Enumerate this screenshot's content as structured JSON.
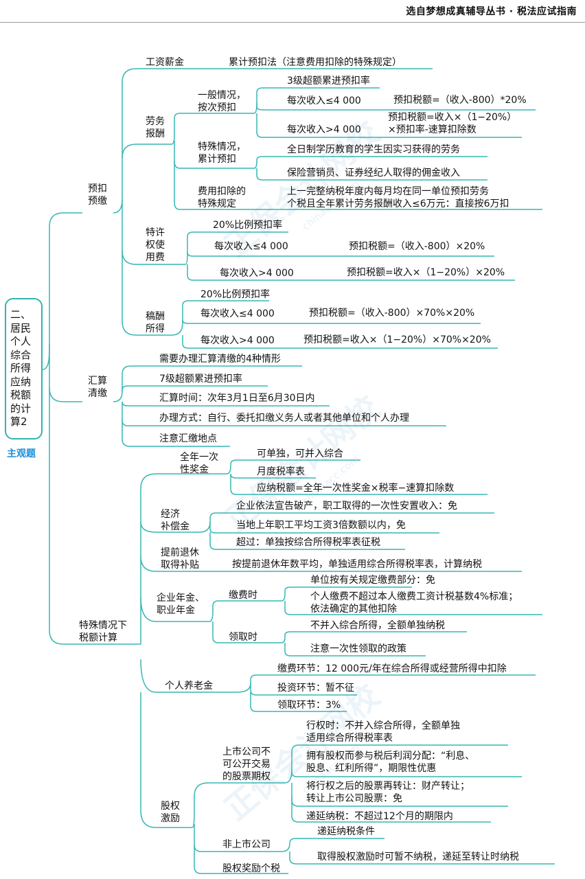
{
  "header": {
    "title": "选自梦想成真辅导丛书 · 税法应试指南"
  },
  "root": {
    "title": "二、居民个人综合所得应纳税额的计算2",
    "badge": "主观题"
  },
  "watermark": {
    "brand": "正保会计网校",
    "site": "chinaacc.com"
  },
  "branches": {
    "yukou": {
      "label": "预扣\n预缴",
      "gongzi": {
        "label": "工资薪金",
        "rule": "累计预扣法（注意费用扣除的特殊规定）"
      },
      "laowu": {
        "label": "劳务\n报酬",
        "general": {
          "label": "一般情况，\n按次预扣",
          "rate": "3级超额累进预扣率",
          "lte_cond": "每次收入≤4 000",
          "lte_formula": "预扣税额=（收入-800）*20%",
          "gt_cond": "每次收入>4 000",
          "gt_formula": "预扣税额=收入×（1−20%）\n×预扣率-速算扣除数"
        },
        "special": {
          "label": "特殊情况，\n累计预扣",
          "item1": "全日制学历教育的学生因实习获得的劳务",
          "item2": "保险营销员、证券经纪人取得的佣金收入"
        },
        "deduct": {
          "label": "费用扣除的\n特殊规定",
          "text": "上一完整纳税年度内每月均在同一单位预扣劳务\n个税且全年累计劳务报酬收入≤6万元：直接按6万扣"
        }
      },
      "texu": {
        "label": "特许\n权使\n用费",
        "rate": "20%比例预扣率",
        "lte_cond": "每次收入≤4 000",
        "lte_formula": "预扣税额=（收入-800）×20%",
        "gt_cond": "每次收入>4 000",
        "gt_formula": "预扣税额=收入×（1−20%）×20%"
      },
      "gaochou": {
        "label": "稿酬\n所得",
        "rate": "20%比例预扣率",
        "lte_cond": "每次收入≤4 000",
        "lte_formula": "预扣税额=（收入-800）×70%×20%",
        "gt_cond": "每次收入>4 000",
        "gt_formula": "预扣税额=收入×（1−20%）×70%×20%"
      }
    },
    "huisuan": {
      "label": "汇算\n清缴",
      "items": [
        "需要办理汇算清缴的4种情形",
        "7级超额累进预扣率",
        "汇算时间：次年3月1日至6月30日内",
        "办理方式：自行、委托扣缴义务人或者其他单位和个人办理",
        "注意汇缴地点"
      ]
    },
    "teshu": {
      "label": "特殊情况下\n税额计算",
      "jiangjin": {
        "label": "全年一次\n性奖金",
        "items": [
          "可单独，可并入综合",
          "月度税率表",
          "应纳税额=全年一次性奖金×税率−速算扣除数"
        ]
      },
      "buchang": {
        "label": "经济\n补偿金",
        "items": [
          "企业依法宣告破产，职工取得的一次性安置收入：免",
          "当地上年职工平均工资3倍数额以内，免",
          "超过：单独按综合所得税率表征税"
        ]
      },
      "tuixiu": {
        "label": "提前退休\n取得补贴",
        "text": "按提前退休年数平均，单独适用综合所得税率表，计算纳税"
      },
      "nianjin": {
        "label": "企业年金、\n职业年金",
        "jiaofei": {
          "label": "缴费时",
          "items": [
            "单位按有关规定缴费部分：免",
            "个人缴费不超过本人缴费工资计税基数4%标准；\n依法确定的其他扣除"
          ]
        },
        "lingqu": {
          "label": "领取时",
          "items": [
            "不并入综合所得，全额单独纳税",
            "注意一次性领取的政策"
          ]
        }
      },
      "yanglao": {
        "label": "个人养老金",
        "items": [
          "缴费环节：12 000元/年在综合所得或经营所得中扣除",
          "投资环节：暂不征",
          "领取环节：3%"
        ]
      },
      "guquan": {
        "label": "股权\n激励",
        "listed": {
          "label": "上市公司不\n可公开交易\n的股票期权",
          "items": [
            "行权时：不并入综合所得，全额单独\n适用综合所得税率表",
            "拥有股权而参与税后利润分配：“利息、\n股息、红利所得”，期限性优惠",
            "将行权之后的股票再转让：财产转让；\n转让上市公司股票：免",
            "递延纳税：不超过12个月的期限内"
          ]
        },
        "unlisted": {
          "label": "非上市公司",
          "items": [
            "递延纳税条件",
            "取得股权激励时可暂不纳税，递延至转让时纳税"
          ]
        },
        "reward": {
          "label": "股权奖励个税"
        }
      }
    }
  },
  "colors": {
    "line": "#35b7b2",
    "badge": "#1a8fd8"
  }
}
